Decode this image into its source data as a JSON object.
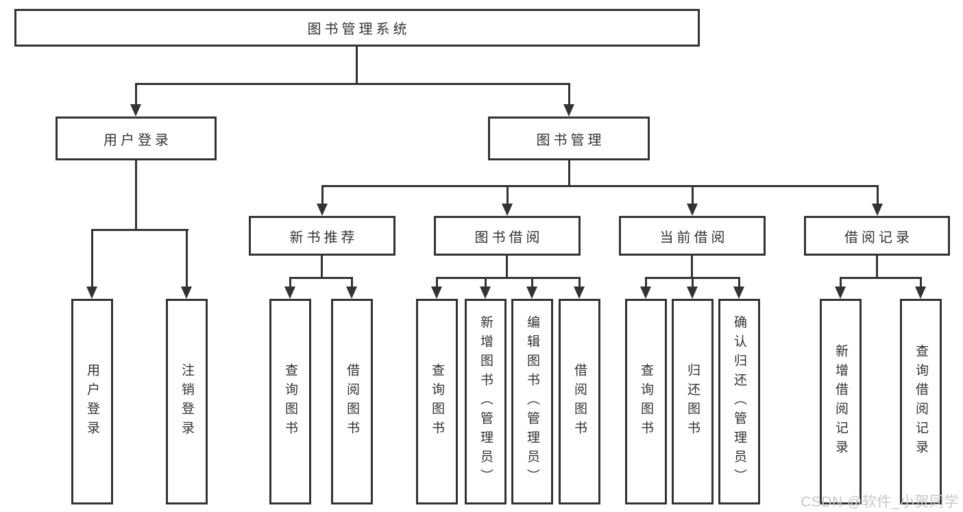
{
  "root_label": "图书管理系统",
  "level2": {
    "user_login": "用户登录",
    "book_mgmt": "图书管理"
  },
  "level3": {
    "new_books": "新书推荐",
    "borrow": "图书借阅",
    "current": "当前借阅",
    "records": "借阅记录"
  },
  "leaves": {
    "user_login": [
      "用户登录",
      "注销登录"
    ],
    "new_books": [
      "查询图书",
      "借阅图书"
    ],
    "borrow": [
      "查询图书",
      "新增图书（管理员）",
      "编辑图书（管理员）",
      "借阅图书"
    ],
    "current": [
      "查询图书",
      "归还图书",
      "确认归还（管理员）"
    ],
    "records": [
      "新增借阅记录",
      "查询借阅记录"
    ]
  },
  "watermark": "CSDN @软件_小贺同学",
  "colors": {
    "line": "#333333",
    "text": "#333333",
    "watermark": "#cdc4c9"
  }
}
